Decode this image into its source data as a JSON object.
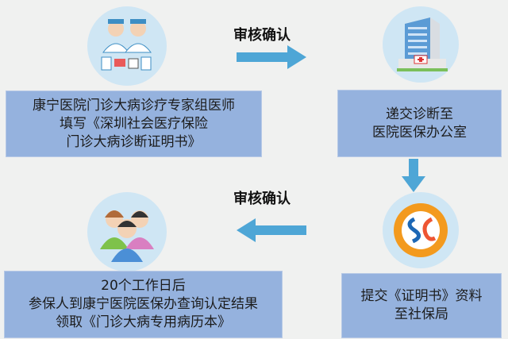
{
  "steps": [
    {
      "lines": [
        "康宁医院门诊大病诊疗专家组医师",
        "填写《深圳社会医疗保险",
        "门诊大病诊断证明书》"
      ],
      "icon": "doctors-icon"
    },
    {
      "lines": [
        "递交诊断至",
        "医院医保办公室"
      ],
      "icon": "hospital-building-icon"
    },
    {
      "lines": [
        "提交《证明书》资料",
        "至社保局"
      ],
      "icon": "social-security-logo-icon"
    },
    {
      "lines": [
        "20个工作日后",
        "参保人到康宁医院医保办查询认定结果",
        "领取《门诊大病专用病历本》"
      ],
      "icon": "people-icon"
    }
  ],
  "arrows": {
    "top_label": "审核确认",
    "bottom_label": "审核确认"
  },
  "colors": {
    "box": "#95b2de",
    "arrow": "#4ea6d6",
    "circle": "#cfe6f4",
    "background": "#f0f1f0"
  }
}
